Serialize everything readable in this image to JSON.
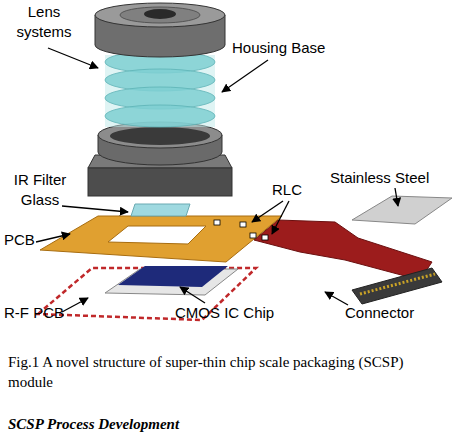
{
  "diagram": {
    "caption": "Fig.1 A novel structure of super-thin chip scale packaging (SCSP) module",
    "labels": [
      "Lens systems",
      "Housing Base",
      "IR Filter Glass",
      "RLC",
      "Stainless Steel",
      "PCB",
      "R-F PCB",
      "CMOS IC Chip",
      "Connector",
      "SCSP Process Development"
    ]
  }
}
